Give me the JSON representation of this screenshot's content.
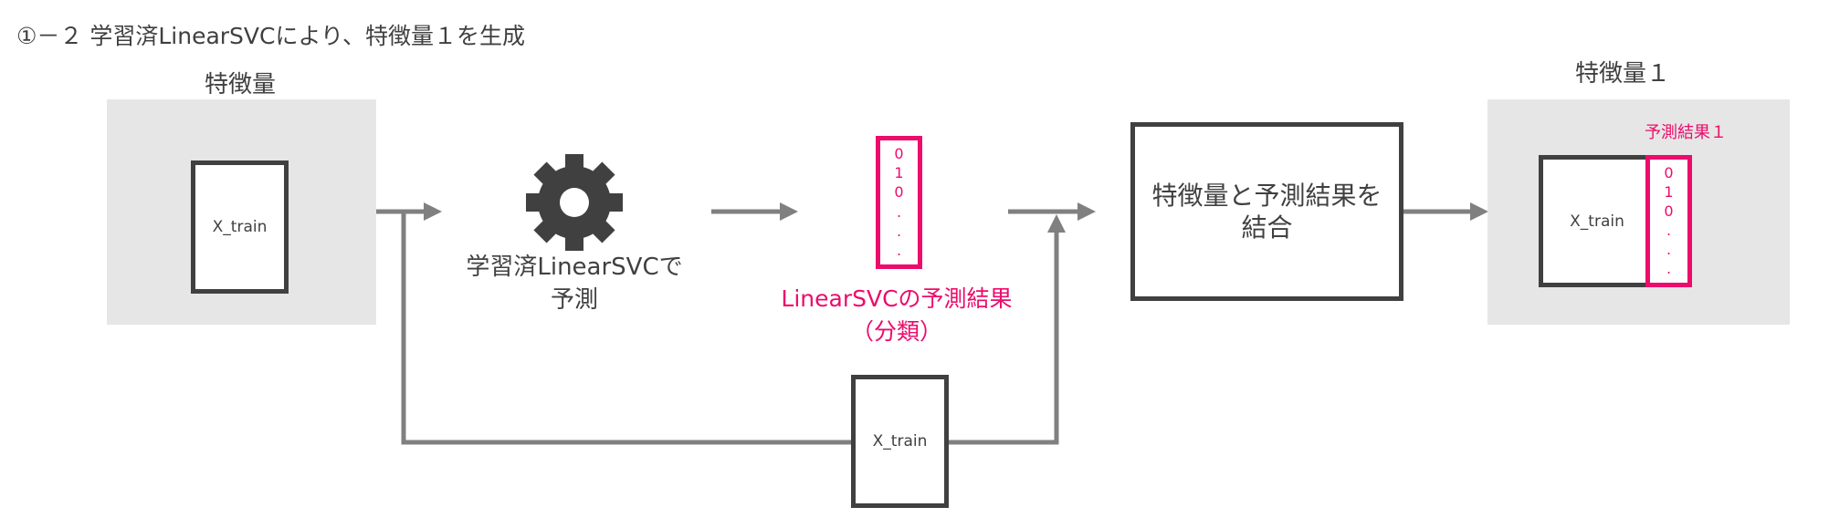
{
  "title": "①－２ 学習済LinearSVCにより、特徴量１を生成",
  "left_panel": {
    "label": "特徴量",
    "box_label": "X_train"
  },
  "model_step": {
    "icon": "gear-icon",
    "label_line1": "学習済LinearSVCで",
    "label_line2": "予測"
  },
  "prediction": {
    "values": [
      "0",
      "1",
      "0",
      ".",
      ".",
      "."
    ],
    "label_line1": "LinearSVCの予測結果",
    "label_line2": "（分類）"
  },
  "bypass_box": {
    "label": "X_train"
  },
  "combine_step": {
    "line1": "特徴量と予測結果を",
    "line2": "結合"
  },
  "right_panel": {
    "label": "特徴量１",
    "prediction_label": "予測結果１",
    "box_label": "X_train",
    "values": [
      "0",
      "1",
      "0",
      ".",
      ".",
      "."
    ]
  },
  "colors": {
    "accent": "#ec0c6c",
    "arrow": "#808080",
    "border": "#404040",
    "panel": "#e7e6e6"
  }
}
